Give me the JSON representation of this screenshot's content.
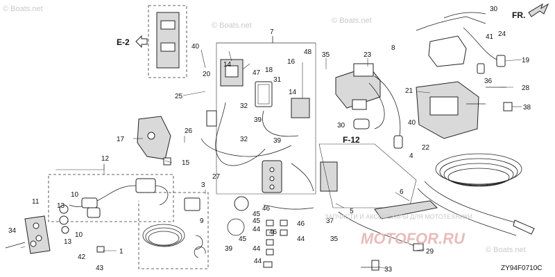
{
  "watermarks": {
    "top_left": "© Boats.net",
    "top_mid": "© Boats.net",
    "top_right": "© Boats.net",
    "bottom_right": "© Boats.net",
    "brand": "ЗАПЧАСТИ И АКСЕССУАРЫ ДЛЯ МОТОТЕХНИКИ",
    "brand_logo": "MOTOFOR.RU"
  },
  "refs": {
    "e2": "E-2",
    "f12": "F-12",
    "fr": "FR."
  },
  "diagram_code": "ZY94F0710C",
  "callouts": {
    "c1": "1",
    "c3": "3",
    "c4": "4",
    "c5": "5",
    "c6": "6",
    "c7": "7",
    "c8": "8",
    "c9": "9",
    "c10a": "10",
    "c10b": "10",
    "c11": "11",
    "c12": "12",
    "c13a": "13",
    "c13b": "13",
    "c14a": "14",
    "c14b": "14",
    "c15": "15",
    "c16": "16",
    "c17": "17",
    "c18": "18",
    "c19": "19",
    "c20": "20",
    "c21": "21",
    "c22": "22",
    "c23": "23",
    "c24": "24",
    "c25": "25",
    "c26": "26",
    "c27": "27",
    "c28": "28",
    "c29": "29",
    "c30a": "30",
    "c30b": "30",
    "c31": "31",
    "c32a": "32",
    "c32b": "32",
    "c33": "33",
    "c34": "34",
    "c35a": "35",
    "c35b": "35",
    "c36": "36",
    "c37": "37",
    "c38": "38",
    "c39a": "39",
    "c39b": "39",
    "c39c": "39",
    "c40a": "40",
    "c40b": "40",
    "c41": "41",
    "c42": "42",
    "c43": "43",
    "c44a": "44",
    "c44b": "44",
    "c44c": "44",
    "c44d": "44",
    "c45a": "45",
    "c45b": "45",
    "c45c": "45",
    "c46a": "46",
    "c46b": "46",
    "c46c": "46",
    "c47": "47",
    "c48": "48"
  }
}
